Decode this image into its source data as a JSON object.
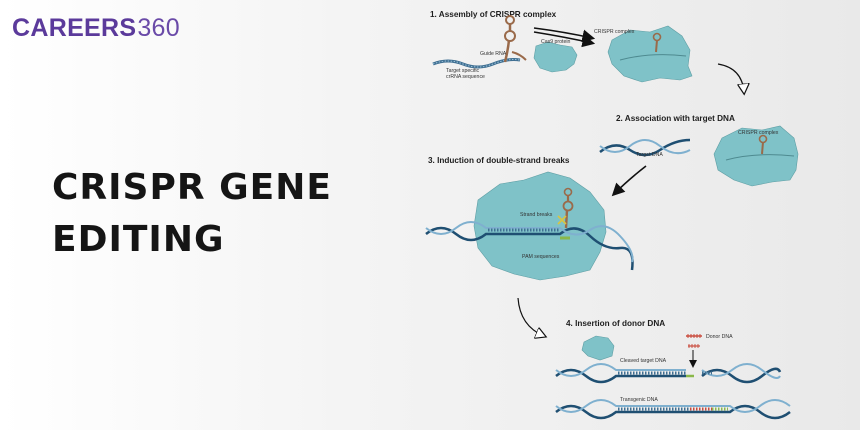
{
  "logo": {
    "brand": "CAREERS",
    "number": "360"
  },
  "headline": {
    "line1": "CRISPR GENE",
    "line2": "EDITING"
  },
  "diagram": {
    "steps": [
      {
        "title": "1. Assembly of CRISPR complex",
        "labels": [
          "Guide RNA",
          "Target specific",
          "crRNA sequence",
          "Cas9 protein",
          "CRISPR complex"
        ]
      },
      {
        "title": "2. Association with target DNA",
        "labels": [
          "Target DNA",
          "CRISPR complex"
        ]
      },
      {
        "title": "3. Induction of double-strand breaks",
        "labels": [
          "Strand breaks",
          "PAM sequences"
        ]
      },
      {
        "title": "4. Insertion of donor DNA",
        "labels": [
          "Donor DNA",
          "Cleaved target DNA",
          "Transgenic DNA"
        ]
      }
    ]
  },
  "colors": {
    "brand_purple": "#5b3a9b",
    "protein_teal": "#7fc2c8",
    "dna_dark": "#1f4f72",
    "dna_light": "#7fb0cf",
    "rna_brown": "#9a6a4a",
    "donor_red": "#c94a3c",
    "pam_green": "#8ab84a"
  }
}
